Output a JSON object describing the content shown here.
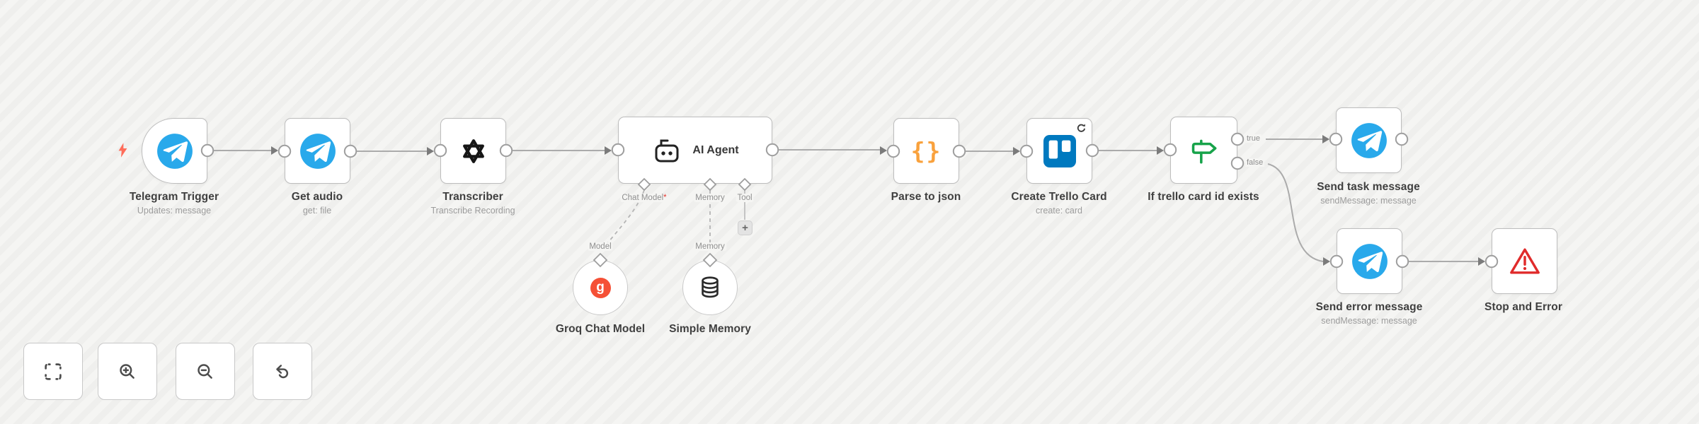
{
  "nodes": [
    {
      "name": "Telegram Trigger",
      "subtitle": "Updates: message"
    },
    {
      "name": "Get audio",
      "subtitle": "get: file"
    },
    {
      "name": "Transcriber",
      "subtitle": "Transcribe Recording"
    },
    {
      "name": "AI Agent"
    },
    {
      "name": "Parse to json"
    },
    {
      "name": "Create Trello Card",
      "subtitle": "create: card"
    },
    {
      "name": "If trello card id exists"
    },
    {
      "name": "Send task message",
      "subtitle": "sendMessage: message"
    },
    {
      "name": "Send error message",
      "subtitle": "sendMessage: message"
    },
    {
      "name": "Stop and Error"
    },
    {
      "name": "Groq Chat Model"
    },
    {
      "name": "Simple Memory"
    }
  ],
  "connectors": {
    "chat_model": "Chat Model",
    "required_mark": "*",
    "memory": "Memory",
    "tool": "Tool",
    "model_label": "Model",
    "memory_label": "Memory",
    "branch_true": "true",
    "branch_false": "false",
    "add_tool": "+"
  },
  "icons": {
    "json_braces": "{}",
    "groq_letter": "g"
  },
  "toolbar": {
    "buttons": [
      "fit-view",
      "zoom-in",
      "zoom-out",
      "undo"
    ]
  },
  "colors": {
    "canvas": "#f5f5f3",
    "node_border": "#bdbdbd",
    "wire": "#ababab",
    "port_stroke": "#9e9e9e",
    "arrow": "#7b7b7b",
    "title_text": "#3f3f3f",
    "subtitle_text": "#9c9c9c",
    "connector_text": "#8f8f8f",
    "telegram_blue": "#29A9EB",
    "trello_blue": "#0079BF",
    "json_orange": "#F9A13C",
    "if_green": "#17A34A",
    "groq_red": "#F55036",
    "error_red": "#E02B2B",
    "zap_red": "#FF6D5A",
    "required_red": "#E0342C"
  }
}
